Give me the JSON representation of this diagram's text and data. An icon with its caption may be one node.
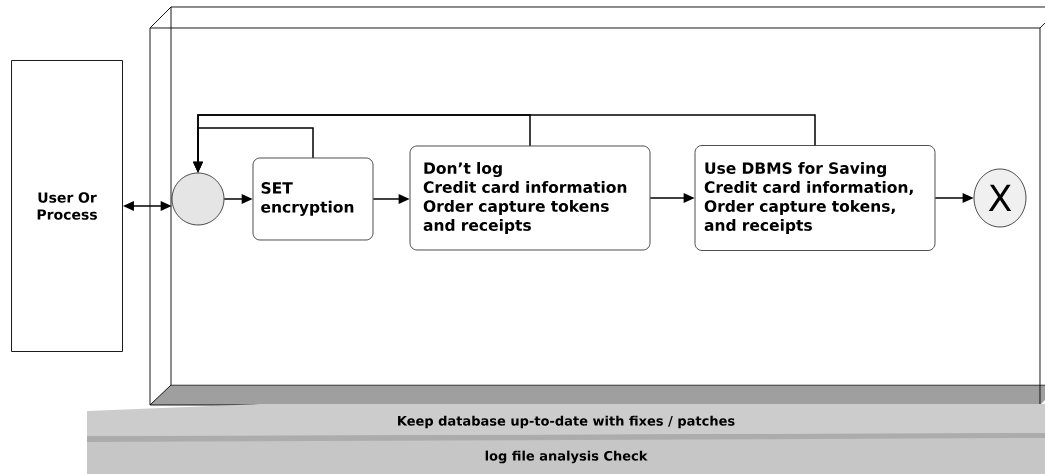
{
  "diagram": {
    "nodes": [
      {
        "text": [
          "User Or Process"
        ]
      },
      {
        "text": [],
        "shape": "circle"
      },
      {
        "text": [
          "SET encryption"
        ]
      },
      {
        "text": [
          "Don’t log",
          "Credit card information",
          "Order capture tokens and receipts"
        ]
      },
      {
        "text": [
          "Use DBMS for Saving",
          "Credit card information,",
          "Order capture tokens, and receipts"
        ]
      },
      {
        "text": [
          "X"
        ]
      },
      {
        "text": [
          "Keep database up-to-date with fixes / patches"
        ]
      },
      {
        "text": [
          "log file analysis Check"
        ]
      }
    ],
    "edges": [
      {
        "from": 0,
        "to": 1,
        "arrow": "both"
      },
      {
        "from": 1,
        "to": 2,
        "arrow": "to"
      },
      {
        "from": 2,
        "to": 3,
        "arrow": "to"
      },
      {
        "from": 3,
        "to": 4,
        "arrow": "to"
      },
      {
        "from": 4,
        "to": 5,
        "arrow": "to"
      },
      {
        "from": 2,
        "to": 1,
        "arrow": "to"
      },
      {
        "from": 3,
        "to": 1,
        "arrow": "to"
      },
      {
        "from": 4,
        "to": 1,
        "arrow": "to"
      }
    ]
  }
}
